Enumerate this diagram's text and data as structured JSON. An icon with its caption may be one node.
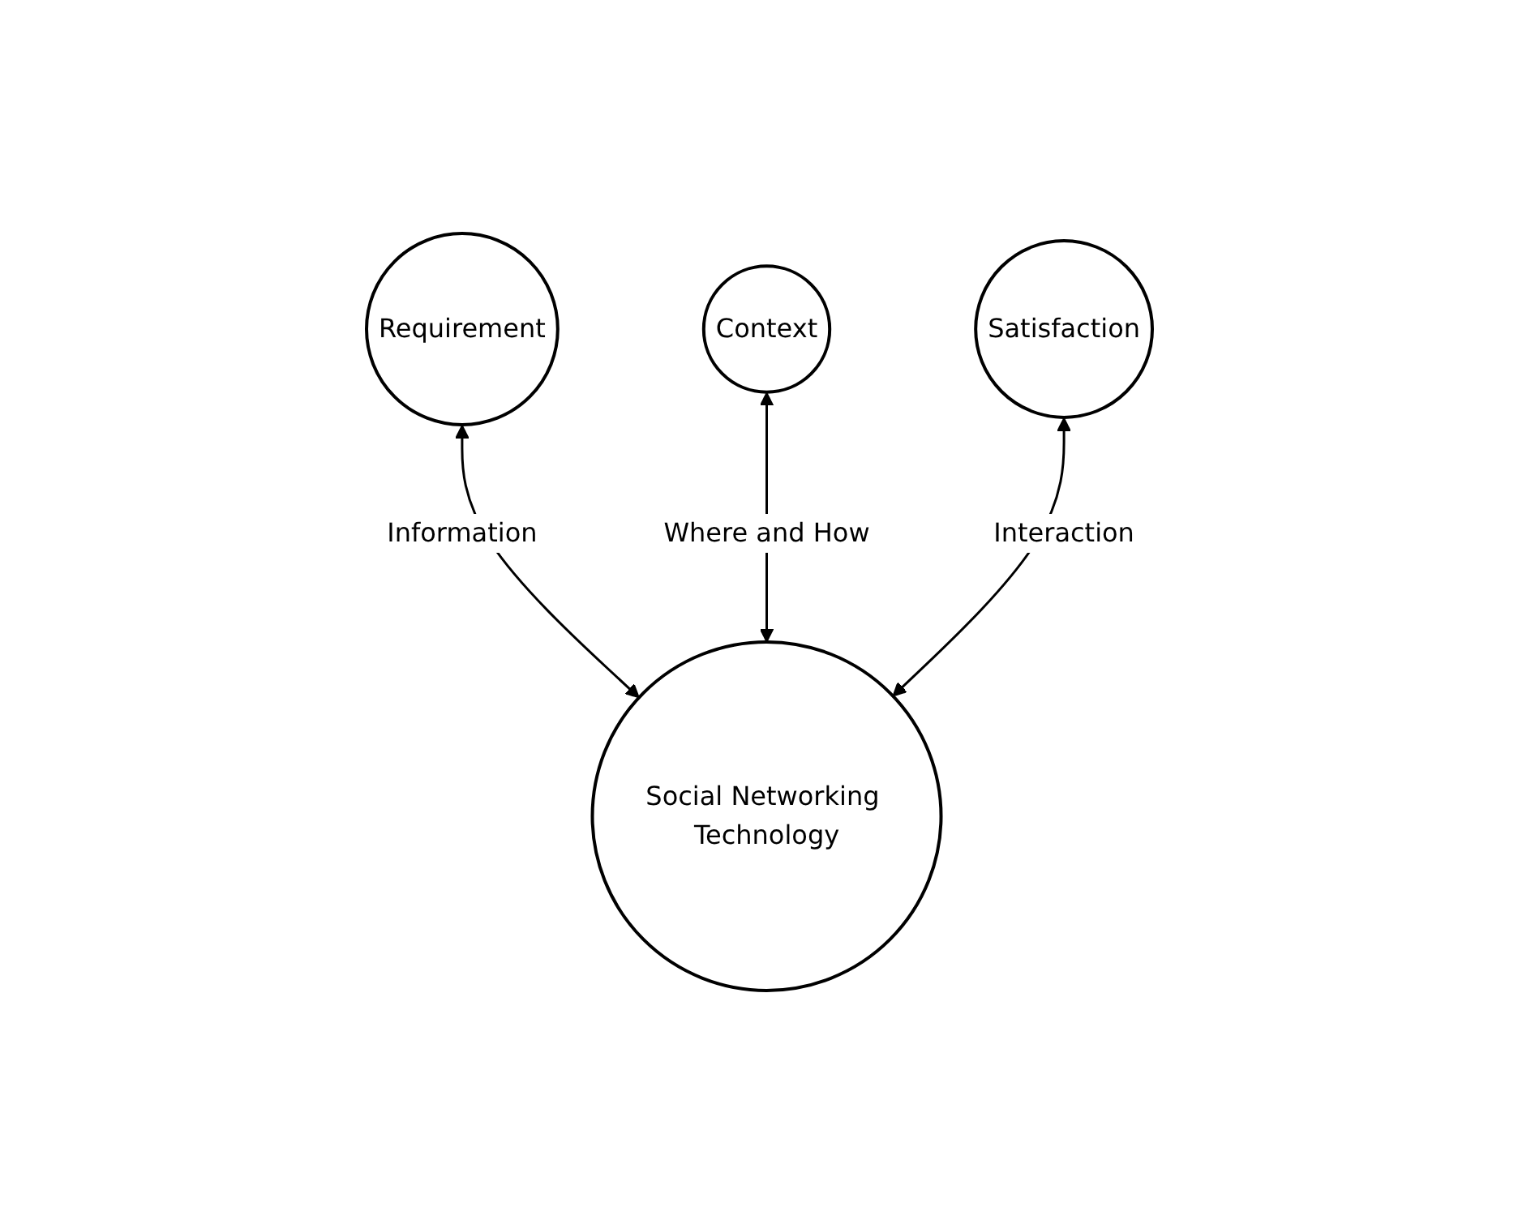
{
  "diagram": {
    "nodes": [
      {
        "text": [
          "Requirement"
        ]
      },
      {
        "text": [
          "Context"
        ]
      },
      {
        "text": [
          "Satisfaction"
        ]
      },
      {
        "text": [
          "Social Networking Technology"
        ]
      }
    ],
    "edges": [
      {
        "from": 0,
        "to": 3,
        "arrow": "both",
        "label": "Information"
      },
      {
        "from": 1,
        "to": 3,
        "arrow": "both",
        "label": "Where and How"
      },
      {
        "from": 2,
        "to": 3,
        "arrow": "both",
        "label": "Interaction"
      }
    ]
  }
}
